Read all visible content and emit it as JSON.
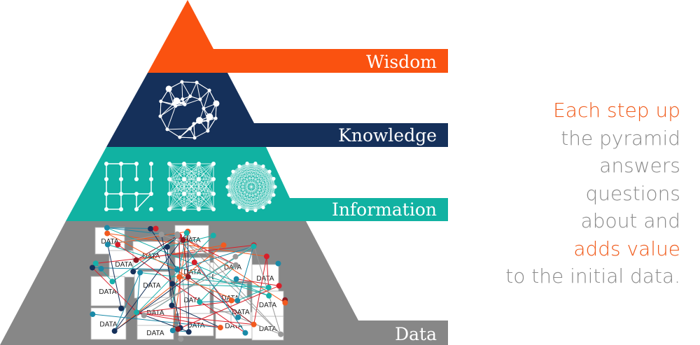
{
  "colors": {
    "wisdom": "#fa5210",
    "knowledge": "#15305a",
    "information": "#11b2a2",
    "data": "#878787",
    "caption_accent": "#f05a1a",
    "caption_text": "#8b8b8b",
    "node_colors": [
      "#d81f2a",
      "#f25a1f",
      "#16b0aa",
      "#1a8aa8",
      "#15305a",
      "#8e1a22",
      "#9a9a9a"
    ]
  },
  "pyramid": {
    "levels": [
      {
        "key": "wisdom",
        "label": "Wisdom",
        "icon": "none"
      },
      {
        "key": "knowledge",
        "label": "Knowledge",
        "icon": "network-sphere-icon"
      },
      {
        "key": "information",
        "label": "Information",
        "icons": [
          "sparse-grid-graph-icon",
          "dense-grid-graph-icon",
          "complete-circular-graph-icon"
        ]
      },
      {
        "key": "data",
        "label": "Data",
        "icon": "data-boxes-network-illustration",
        "box_label": "DATA"
      }
    ]
  },
  "caption": {
    "lines": [
      {
        "text": "Each step up",
        "accent": true
      },
      {
        "text": "the pyramid",
        "accent": false
      },
      {
        "text": "answers",
        "accent": false
      },
      {
        "text": "questions",
        "accent": false
      },
      {
        "text": "about and",
        "accent": false
      },
      {
        "text": "adds value",
        "accent": true
      },
      {
        "text": "to the initial data.",
        "accent": false
      }
    ]
  }
}
